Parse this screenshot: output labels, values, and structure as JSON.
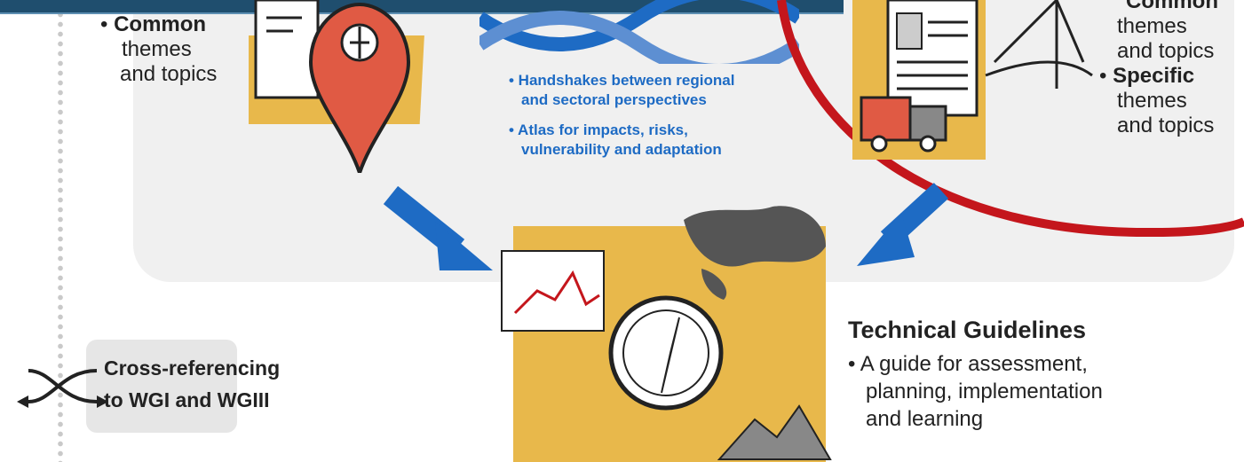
{
  "left_column": {
    "bullet_bold": "Common",
    "bullet_rest_1": "themes",
    "bullet_rest_2": "and topics"
  },
  "center_notes": [
    "• Handshakes between regional",
    "and sectoral perspectives",
    "• Atlas for impacts, risks,",
    "vulnerability and adaptation"
  ],
  "right_column": {
    "partial_heading": "Common",
    "item1_line1": "themes",
    "item1_line2": "and topics",
    "item2_bold": "Specific",
    "item2_line1": "themes",
    "item2_line2": "and topics"
  },
  "technical_guidelines": {
    "title": "Technical Guidelines",
    "line1": "• A guide for assessment,",
    "line2": "planning, implementation",
    "line3": "and learning"
  },
  "cross_reference": {
    "line1": "Cross-referencing",
    "line2": "to WGI and WGIII"
  },
  "colors": {
    "arrow_blue": "#1e6bc4",
    "highlight_red": "#c4161c",
    "card_yellow": "#e8b84b",
    "panel_gray": "#f0f0f0"
  }
}
